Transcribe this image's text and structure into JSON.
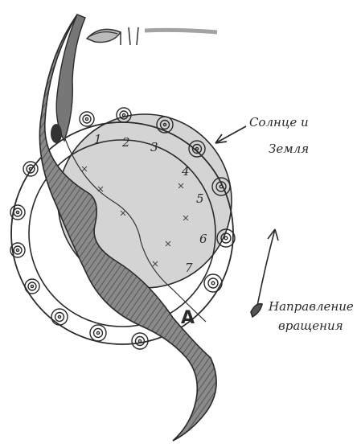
{
  "labels": {
    "sun_earth_line1": "Солнце и",
    "sun_earth_line2": "Земля",
    "rotation_line1": "Направление",
    "rotation_line2": "вращения"
  },
  "numbers": [
    "1",
    "2",
    "3",
    "4",
    "5",
    "6",
    "7"
  ],
  "marker_letter": "A",
  "colors": {
    "ink": "#2a2a2a",
    "light_shade": "#d4d4d4",
    "ring_fill": "#e6e6e6",
    "dark_shade": "#777777"
  }
}
